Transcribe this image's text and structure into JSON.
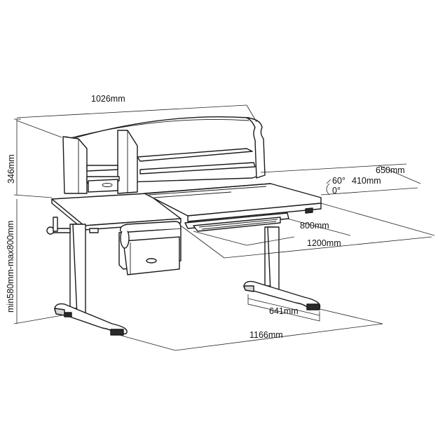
{
  "dimensions": {
    "hutch_width": "1026mm",
    "hutch_height": "346mm",
    "desk_depth": "650mm",
    "tilt_top_depth": "410mm",
    "tilt_max": "60°",
    "tilt_min": "0°",
    "tray_width": "800mm",
    "desk_width": "1200mm",
    "desk_height": "min580mm-max800mm",
    "foot_depth": "641mm",
    "base_width": "1166mm"
  }
}
